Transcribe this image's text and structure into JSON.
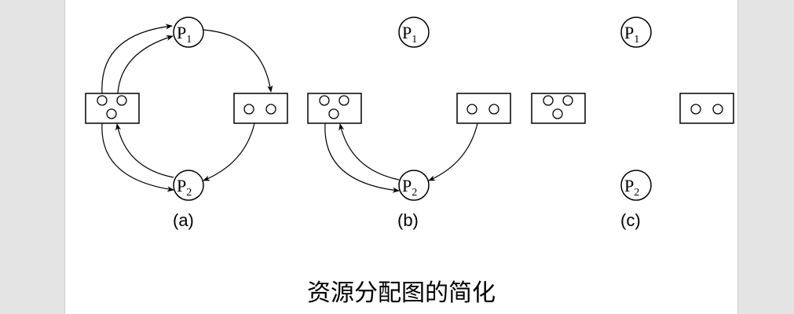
{
  "caption": "资源分配图的简化",
  "panels": [
    {
      "label": "(a)",
      "processes": [
        {
          "name": "P",
          "sub": "1"
        },
        {
          "name": "P",
          "sub": "2"
        }
      ],
      "resources": [
        {
          "instances": 3
        },
        {
          "instances": 2
        }
      ]
    },
    {
      "label": "(b)",
      "processes": [
        {
          "name": "P",
          "sub": "1"
        },
        {
          "name": "P",
          "sub": "2"
        }
      ],
      "resources": [
        {
          "instances": 3
        },
        {
          "instances": 2
        }
      ]
    },
    {
      "label": "(c)",
      "processes": [
        {
          "name": "P",
          "sub": "1"
        },
        {
          "name": "P",
          "sub": "2"
        }
      ],
      "resources": [
        {
          "instances": 3
        },
        {
          "instances": 2
        }
      ]
    }
  ]
}
